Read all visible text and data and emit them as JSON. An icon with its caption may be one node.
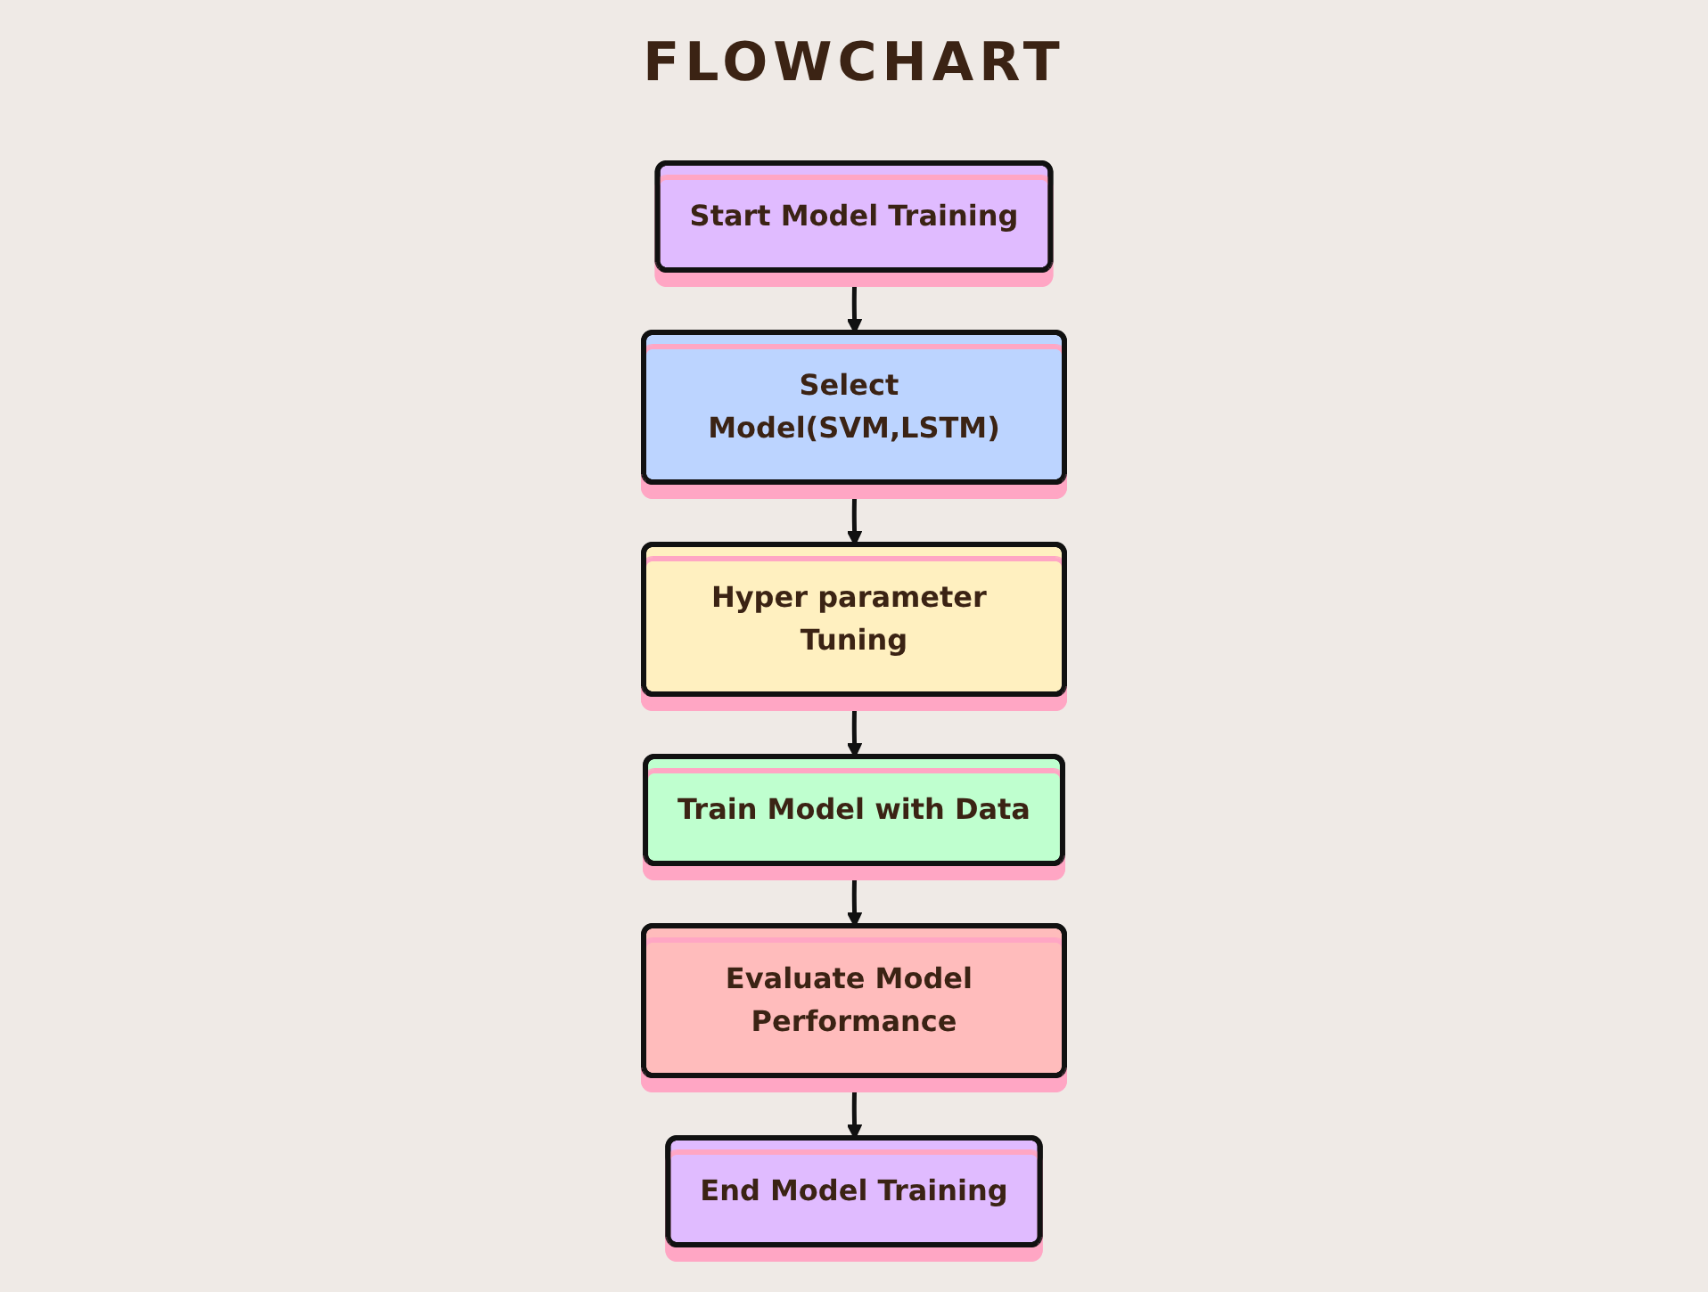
{
  "diagram": {
    "title": "FLOWCHART",
    "nodes": [
      {
        "text": [
          "Start Model Training"
        ]
      },
      {
        "text": [
          "Select Model(SVM,LSTM)"
        ]
      },
      {
        "text": [
          "Hyper parameter Tuning"
        ]
      },
      {
        "text": [
          "Train Model with Data"
        ]
      },
      {
        "text": [
          "Evaluate Model Performance"
        ]
      },
      {
        "text": [
          "End Model Training"
        ]
      }
    ],
    "edges": [
      {
        "from": 0,
        "to": 1,
        "arrow": "to"
      },
      {
        "from": 1,
        "to": 2,
        "arrow": "to"
      },
      {
        "from": 2,
        "to": 3,
        "arrow": "to"
      },
      {
        "from": 3,
        "to": 4,
        "arrow": "to"
      },
      {
        "from": 4,
        "to": 5,
        "arrow": "to"
      }
    ]
  }
}
